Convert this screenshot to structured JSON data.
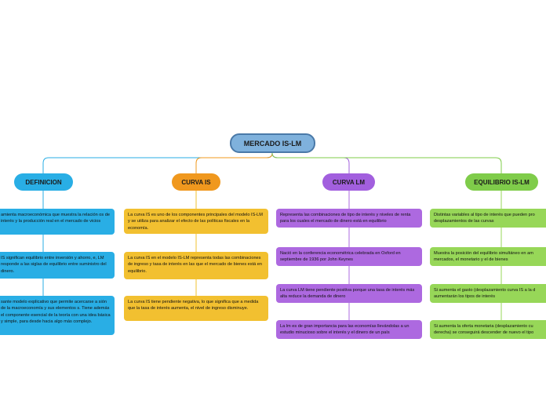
{
  "root": {
    "title": "MERCADO IS-LM"
  },
  "topics": [
    {
      "label": "DEFINICION",
      "items": [
        "amienta macroeconómica que muestra la relación os de interés y la producción real en el mercado de vicios",
        "IS significan equilibrio entre inversión y ahorro, e, LM responde a las siglas de equilibrio entre suministro del dinero.",
        "sante modelo explicativo que permite acercarse a sión de la macroeconomía y sus elementos s. Tiene además el componente esencial de la teoría con una idea básica y simple, para desde hacia algo más complejo."
      ]
    },
    {
      "label": "CURVA IS",
      "items": [
        "La curva IS es uno de los componentes principales del modelo IS-LM y se utiliza para analizar el efecto de las políticas fiscales en la economía.",
        "La curva IS en el modelo IS-LM representa todas las combinaciones de ingreso y tasa de interés en las que el mercado de bienes está en equilibrio.",
        "La curva IS tiene pendiente negativa, lo que significa que a medida que la tasa de interés aumenta, el nivel de ingreso disminuye."
      ]
    },
    {
      "label": "CURVA LM",
      "items": [
        "Representa las combinaciones de tipo de interés y niveles de renta para los cuales el mercado de dinero está en equilibrio",
        "Nació en la conferencia econométrica celebrada en Oxford en septiembre de 1936 por John Keynes",
        "La curva LM tiene pendiente positiva porque una tasa de interés más alta reduce la demanda de dinero",
        "La lm es de gran importancia para las economías llevándolas a un estudio minucioso sobre el interés y el dinero de un país"
      ]
    },
    {
      "label": "EQUILIBRIO IS-LM",
      "items": [
        "Distintas variables al tipo de interés que pueden pro desplazamientos de las curvas",
        "Muestra la posición del equilibrio simultáneo en am mercados, el monetario y el de bienes",
        "Si aumenta el gasto (desplazamiento curva IS a la d aumentarán los tipos de interés",
        "Si aumenta la oferta monetaria (desplazamiento cu derecha) se conseguirá descender de nuevo el tipo"
      ]
    }
  ],
  "colors": {
    "root": "#7fb1dc",
    "definicion": "#29aee5",
    "curva_is": "#f0981e",
    "curva_is_items": "#f2c030",
    "curva_lm": "#a25fde",
    "curva_lm_items": "#ad69e0",
    "equilibrio": "#7fcc4a",
    "equilibrio_items": "#97d758"
  }
}
